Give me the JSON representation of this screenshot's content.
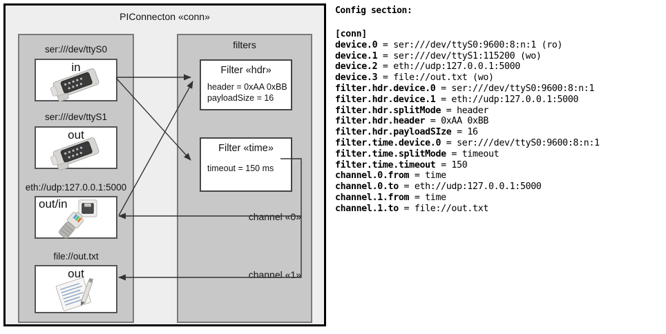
{
  "diagram": {
    "title": "PIConnecton «conn»",
    "devices_panel": {
      "nodes": [
        {
          "label": "ser:///dev/ttyS0",
          "direction": "in",
          "icon": "serial-port-icon"
        },
        {
          "label": "ser:///dev/ttyS1",
          "direction": "out",
          "icon": "serial-port-icon"
        },
        {
          "label": "eth://udp:127.0.0.1:5000",
          "direction": "out/in",
          "icon": "ethernet-jack-icon"
        },
        {
          "label": "file://out.txt",
          "direction": "out",
          "icon": "text-file-icon"
        }
      ]
    },
    "filters_panel": {
      "title": "filters",
      "filters": [
        {
          "title": "Filter «hdr»",
          "attrs": [
            "header = 0xAA 0xBB",
            "payloadSize = 16"
          ]
        },
        {
          "title": "Filter «time»",
          "attrs": [
            "timeout = 150 ms"
          ]
        }
      ],
      "channels": [
        {
          "label": "channel «0»"
        },
        {
          "label": "channel «1»"
        }
      ]
    },
    "colors": {
      "frame_fill": "#eeeeee",
      "frame_stroke": "#000000",
      "panel_fill": "#c8c8c8",
      "panel_stroke": "#7a7a7a",
      "node_fill": "#ffffff",
      "node_stroke": "#555555",
      "arrow_stroke": "#333333"
    }
  },
  "config": {
    "heading": "Config section:",
    "lines": [
      {
        "key": "[conn]",
        "value": ""
      },
      {
        "key": "device.0",
        "value": " = ser:///dev/ttyS0:9600:8:n:1 (ro)"
      },
      {
        "key": "device.1",
        "value": " = ser:///dev/ttyS1:115200 (wo)"
      },
      {
        "key": "device.2",
        "value": " = eth://udp:127.0.0.1:5000"
      },
      {
        "key": "device.3",
        "value": " = file://out.txt (wo)"
      },
      {
        "key": "filter.hdr.device.0",
        "value": " = ser:///dev/ttyS0:9600:8:n:1"
      },
      {
        "key": "filter.hdr.device.1",
        "value": " = eth://udp:127.0.0.1:5000"
      },
      {
        "key": "filter.hdr.splitMode",
        "value": " = header"
      },
      {
        "key": "filter.hdr.header",
        "value": " = 0xAA 0xBB"
      },
      {
        "key": "filter.hdr.payloadSIze",
        "value": " = 16"
      },
      {
        "key": "filter.time.device.0",
        "value": " = ser:///dev/ttyS0:9600:8:n:1"
      },
      {
        "key": "filter.time.splitMode",
        "value": " = timeout"
      },
      {
        "key": "filter.time.timeout",
        "value": " = 150"
      },
      {
        "key": "channel.0.from",
        "value": " = time"
      },
      {
        "key": "channel.0.to",
        "value": " = eth://udp:127.0.0.1:5000"
      },
      {
        "key": "channel.1.from",
        "value": " = time"
      },
      {
        "key": "channel.1.to",
        "value": " = file://out.txt"
      }
    ]
  }
}
